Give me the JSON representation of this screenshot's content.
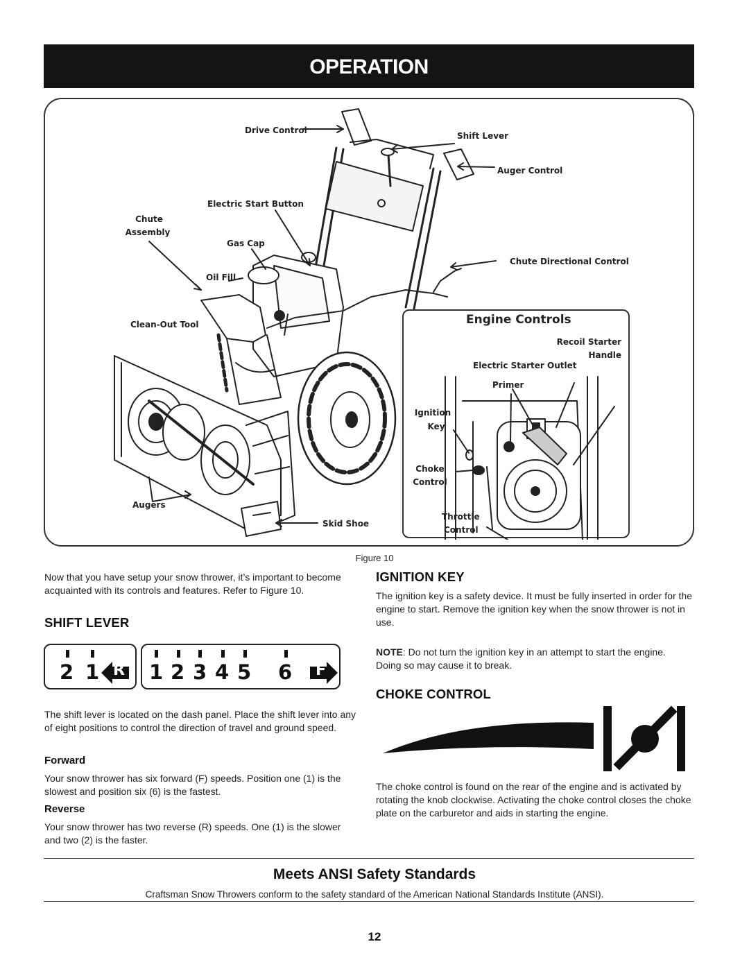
{
  "banner": {
    "title": "OPERATION"
  },
  "figure": {
    "labels": {
      "drive_control": "Drive Control",
      "shift_lever": "Shift Lever",
      "auger_control": "Auger Control",
      "electric_start_button": "Electric Start Button",
      "chute": "Chute",
      "assembly": "Assembly",
      "gas_cap": "Gas Cap",
      "chute_directional_control": "Chute Directional Control",
      "oil_fill": "Oil Fill",
      "clean_out_tool": "Clean-Out Tool",
      "augers": "Augers",
      "skid_shoe": "Skid Shoe"
    },
    "inset": {
      "title": "Engine Controls",
      "recoil_starter": "Recoil Starter",
      "handle": "Handle",
      "electric_starter_outlet": "Electric Starter Outlet",
      "primer": "Primer",
      "ignition": "Ignition",
      "key": "Key",
      "choke": "Choke",
      "control": "Control",
      "throttle": "Throttle",
      "throttle_control": "Control"
    },
    "caption": "Figure 10"
  },
  "intro": "Now that you have setup your snow thrower, it’s important to become acquainted with its controls and features. Refer to Figure 10.",
  "shift_lever": {
    "heading": "SHIFT LEVER",
    "reverse_gears": [
      "2",
      "1"
    ],
    "reverse_badge": "R",
    "forward_gears": [
      "1",
      "2",
      "3",
      "4",
      "5",
      "6"
    ],
    "forward_badge": "F",
    "body": "The shift lever is located on the dash panel. Place the shift lever into any of eight positions to control the direction of travel and ground speed.",
    "forward_heading": "Forward",
    "forward_body": "Your snow thrower has six forward (F) speeds. Position one (1) is the slowest and position six (6) is the fastest.",
    "reverse_heading": "Reverse",
    "reverse_body": "Your snow thrower has two reverse (R) speeds. One (1) is the slower and two (2) is the faster."
  },
  "ignition_key": {
    "heading": "IGNITION KEY",
    "body": "The ignition key is a safety device. It must be fully inserted in order for the engine to start. Remove the ignition key when the snow thrower is not in use.",
    "note_label": "NOTE",
    "note_body": ": Do not turn the ignition key in an attempt to start the engine. Doing so may cause it to break."
  },
  "choke_control": {
    "heading": "CHOKE CONTROL",
    "body": "The choke control is found on the rear of the engine and is activated by rotating the knob clockwise. Activating the choke control closes the choke plate on the carburetor and aids in starting the engine."
  },
  "ansi": {
    "title": "Meets ANSI Safety Standards",
    "text": "Craftsman Snow Throwers conform to the safety standard of the American National Standards Institute (ANSI)."
  },
  "page_number": "12"
}
